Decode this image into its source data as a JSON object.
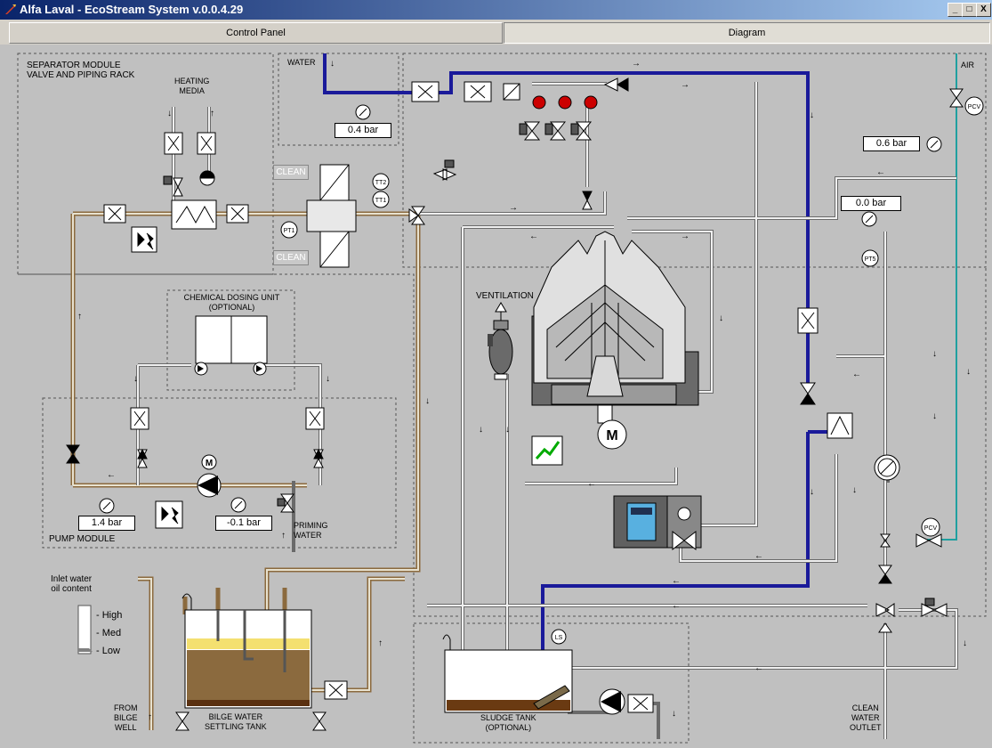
{
  "window": {
    "title": "Alfa Laval - EcoStream System v.0.0.4.29",
    "controls": [
      "_",
      "□",
      "X"
    ]
  },
  "tabs": [
    {
      "label": "Control Panel",
      "active": false
    },
    {
      "label": "Diagram",
      "active": true
    }
  ],
  "modules": {
    "separator": "SEPARATOR MODULE\nVALVE AND PIPING RACK",
    "heating_media": "HEATING\nMEDIA",
    "chemical_dosing": "CHEMICAL DOSING UNIT\n(OPTIONAL)",
    "pump_module": "PUMP MODULE",
    "ventilation": "VENTILATION",
    "bilge_tank": "BILGE WATER\nSETTLING TANK",
    "sludge_tank": "SLUDGE TANK\n(OPTIONAL)",
    "from_bilge": "FROM\nBILGE\nWELL",
    "clean_water": "CLEAN\nWATER\nOUTLET",
    "priming_water": "PRIMING\nWATER",
    "water": "WATER",
    "air": "AIR"
  },
  "gauges": {
    "water_pressure": "0.4 bar",
    "air_pressure": "0.6 bar",
    "pt5_pressure": "0.0 bar",
    "pump_pressure": "1.4 bar",
    "suction_pressure": "-0.1 bar"
  },
  "sensors": {
    "tt2": "TT2",
    "tt1": "TT1",
    "pt1": "PT1",
    "pt5": "PT5",
    "ls": "LS",
    "pcv_top": "PCV",
    "pcv_bottom": "PCV",
    "motor": "M",
    "pump_motor": "M"
  },
  "clean_buttons": [
    "CLEAN",
    "CLEAN"
  ],
  "oil_indicator": {
    "title": "Inlet water\noil content",
    "levels": [
      "- High",
      "- Med",
      "- Low"
    ],
    "current": "Low"
  },
  "colors": {
    "dirty_pipe": "#8b6a3e",
    "water_pipe": "#1a1a9a",
    "air_pipe": "#20a0a0",
    "sludge": "#7a4a1a",
    "oil": "#e8d070"
  }
}
